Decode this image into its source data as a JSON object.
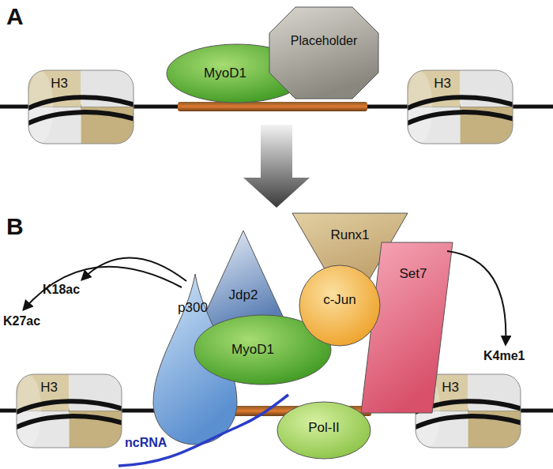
{
  "diagram": {
    "nodes": [
      {
        "text": [
          "H3"
        ]
      },
      {
        "text": [
          "MyoD1"
        ]
      },
      {
        "text": [
          "Placeholder"
        ]
      },
      {
        "text": [
          "H3"
        ]
      },
      {
        "text": [
          "H3"
        ]
      },
      {
        "text": [
          "p300"
        ]
      },
      {
        "text": [
          "Jdp2"
        ]
      },
      {
        "text": [
          "Runx1"
        ]
      },
      {
        "text": [
          "c-Jun"
        ]
      },
      {
        "text": [
          "Set7"
        ]
      },
      {
        "text": [
          "MyoD1"
        ]
      },
      {
        "text": [
          "Pol-II"
        ]
      },
      {
        "text": [
          "H3"
        ]
      }
    ],
    "labels": [
      "A",
      "B",
      "K27ac",
      "K18ac",
      "K4me1",
      "ncRNA"
    ]
  }
}
